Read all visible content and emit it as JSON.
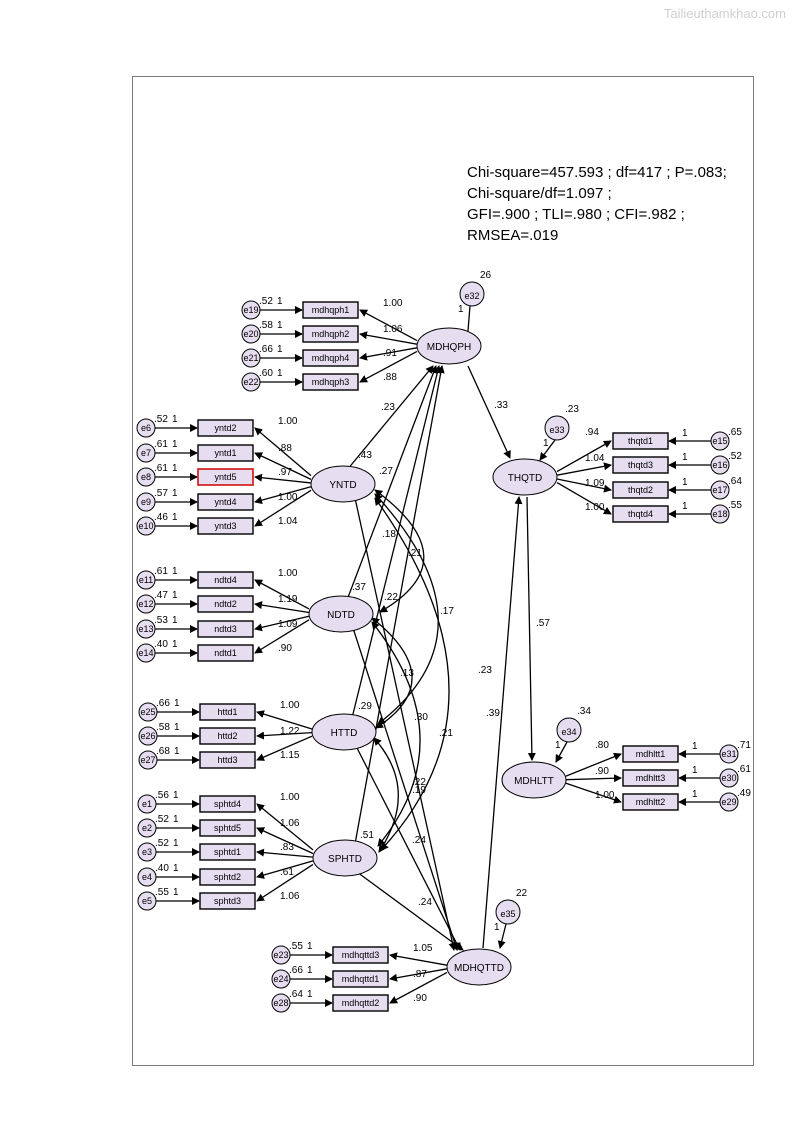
{
  "watermark": "Tailieuthamkhao.com",
  "fit_stats": [
    "Chi-square=457.593 ; df=417 ; P=.083;",
    "Chi-square/df=1.097 ;",
    "GFI=.900 ; TLI=.980 ; CFI=.982 ;",
    "RMSEA=.019"
  ],
  "colors": {
    "fill": "#e6def0",
    "stroke": "#000000",
    "highlight": "#d01010"
  },
  "latents": [
    "MDHQPH",
    "YNTD",
    "NDTD",
    "HTTD",
    "SPHTD",
    "THQTD",
    "MDHLTT",
    "MDHQTTD"
  ],
  "errors": {
    "MDHQPH": [
      "e19",
      "e20",
      "e21",
      "e22"
    ],
    "YNTD": [
      "e6",
      "e7",
      "e8",
      "e9",
      "e10"
    ],
    "NDTD": [
      "e11",
      "e12",
      "e13",
      "e14"
    ],
    "HTTD": [
      "e25",
      "e26",
      "e27"
    ],
    "SPHTD": [
      "e1",
      "e2",
      "e3",
      "e4",
      "e5"
    ],
    "THQTD": [
      "e15",
      "e16",
      "e17",
      "e18"
    ],
    "MDHLTT": [
      "e31",
      "e30",
      "e29"
    ],
    "MDHQTTD": [
      "e23",
      "e24",
      "e28"
    ],
    "structural": [
      "e32",
      "e33",
      "e34",
      "e35"
    ]
  },
  "observed": {
    "MDHQPH": [
      "mdhqph1",
      "mdhqph2",
      "mdhqph4",
      "mdhqph3"
    ],
    "YNTD": [
      "yntd2",
      "yntd1",
      "yntd5",
      "yntd4",
      "yntd3"
    ],
    "NDTD": [
      "ndtd4",
      "ndtd2",
      "ndtd3",
      "ndtd1"
    ],
    "HTTD": [
      "httd1",
      "httd2",
      "httd3"
    ],
    "SPHTD": [
      "sphtd4",
      "sphtd5",
      "sphtd1",
      "sphtd2",
      "sphtd3"
    ],
    "THQTD": [
      "thqtd1",
      "thqtd3",
      "thqtd2",
      "thqtd4"
    ],
    "MDHLTT": [
      "mdhltt1",
      "mdhltt3",
      "mdhltt2"
    ],
    "MDHQTTD": [
      "mdhqttd3",
      "mdhqttd1",
      "mdhqttd2"
    ]
  },
  "loadings": {
    "MDHQPH": [
      "1.00",
      "1.06",
      ".91",
      ".88"
    ],
    "YNTD": [
      "1.00",
      ".88",
      ".97",
      "1.00",
      "1.04"
    ],
    "NDTD": [
      "1.00",
      "1.19",
      "1.09",
      ".90"
    ],
    "HTTD": [
      "1.00",
      "1.22",
      "1.15"
    ],
    "SPHTD": [
      "1.00",
      "1.06",
      ".83",
      ".61",
      "1.06"
    ],
    "THQTD": [
      ".94",
      "1.04",
      "1.09",
      "1.00"
    ],
    "MDHLTT": [
      ".80",
      ".90",
      "1.00"
    ],
    "MDHQTTD": [
      "1.05",
      ".87",
      ".90"
    ]
  },
  "variances": {
    "MDHQPH": [
      ".52",
      ".58",
      ".66",
      ".60"
    ],
    "YNTD": [
      ".52",
      ".61",
      ".61",
      ".57",
      ".46"
    ],
    "NDTD": [
      ".61",
      ".47",
      ".53",
      ".40"
    ],
    "HTTD": [
      ".66",
      ".58",
      ".68"
    ],
    "SPHTD": [
      ".56",
      ".52",
      ".52",
      ".40",
      ".55"
    ],
    "THQTD": [
      ".65",
      ".52",
      ".64",
      ".55"
    ],
    "MDHLTT": [
      ".71",
      ".61",
      ".49"
    ],
    "MDHQTTD": [
      ".55",
      ".66",
      ".64"
    ]
  },
  "unit_label": "1",
  "structural_error_labels": {
    "e32": "26",
    "e33": ".23",
    "e34": ".34",
    "e35": "22"
  },
  "paths": [
    ".33",
    ".57",
    ".39",
    ".23",
    ".43",
    ".27",
    ".37",
    ".18",
    ".21",
    ".22",
    ".17",
    ".23",
    ".13",
    ".30",
    ".21",
    ".29",
    ".22",
    ".19",
    ".24",
    ".51",
    ".24"
  ]
}
